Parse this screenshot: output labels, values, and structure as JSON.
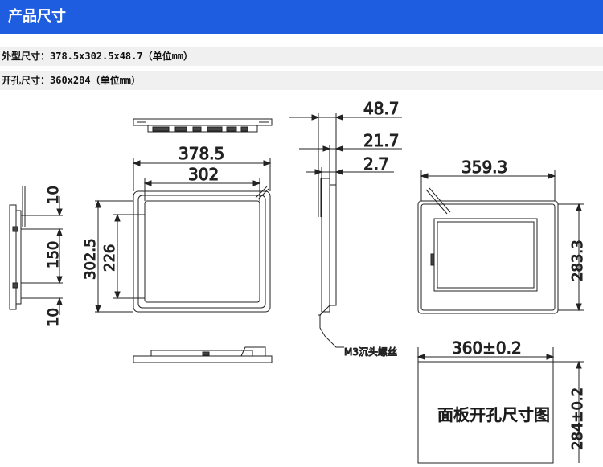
{
  "header": {
    "title": "产品尺寸"
  },
  "specs": {
    "outer": "外型尺寸：378.5x302.5x48.7（单位mm）",
    "cutout": "开孔尺寸：360x284（单位mm）"
  },
  "drawing": {
    "front_width": "378.5",
    "screen_width": "302",
    "front_height": "302.5",
    "screen_height": "226",
    "side_top_gap": "10",
    "side_mid_gap": "150",
    "side_bottom_gap": "10",
    "depth_total": "48.7",
    "depth_mid": "21.7",
    "depth_front": "2.7",
    "back_width": "359.3",
    "back_height": "283.3",
    "screw_note": "M3沉头螺丝",
    "cutout_width": "360±0.2",
    "cutout_height": "284±0.2",
    "cutout_label": "面板开孔尺寸图"
  }
}
